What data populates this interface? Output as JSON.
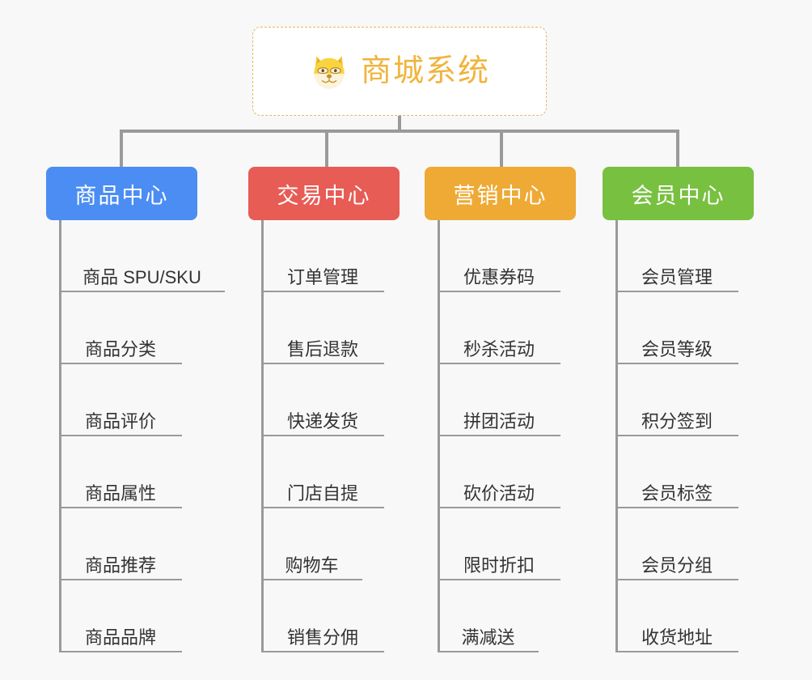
{
  "page": {
    "background_color": "#f8f8f8",
    "line_color": "#9a9a9a",
    "leaf_text_color": "#333333"
  },
  "root": {
    "title": "商城系统",
    "icon": "shiba-dog-face-icon",
    "text_color": "#f0b43c",
    "border_color": "#e8b55c",
    "background_color": "#ffffff"
  },
  "columns": [
    {
      "title": "商品中心",
      "color": "#4b8df2",
      "items": [
        "商品 SPU/SKU",
        "商品分类",
        "商品评价",
        "商品属性",
        "商品推荐",
        "商品品牌"
      ]
    },
    {
      "title": "交易中心",
      "color": "#e75c55",
      "items": [
        "订单管理",
        "售后退款",
        "快递发货",
        "门店自提",
        "购物车",
        "销售分佣"
      ]
    },
    {
      "title": "营销中心",
      "color": "#eeaa35",
      "items": [
        "优惠券码",
        "秒杀活动",
        "拼团活动",
        "砍价活动",
        "限时折扣",
        "满减送"
      ]
    },
    {
      "title": "会员中心",
      "color": "#78c040",
      "items": [
        "会员管理",
        "会员等级",
        "积分签到",
        "会员标签",
        "会员分组",
        "收货地址"
      ]
    }
  ]
}
